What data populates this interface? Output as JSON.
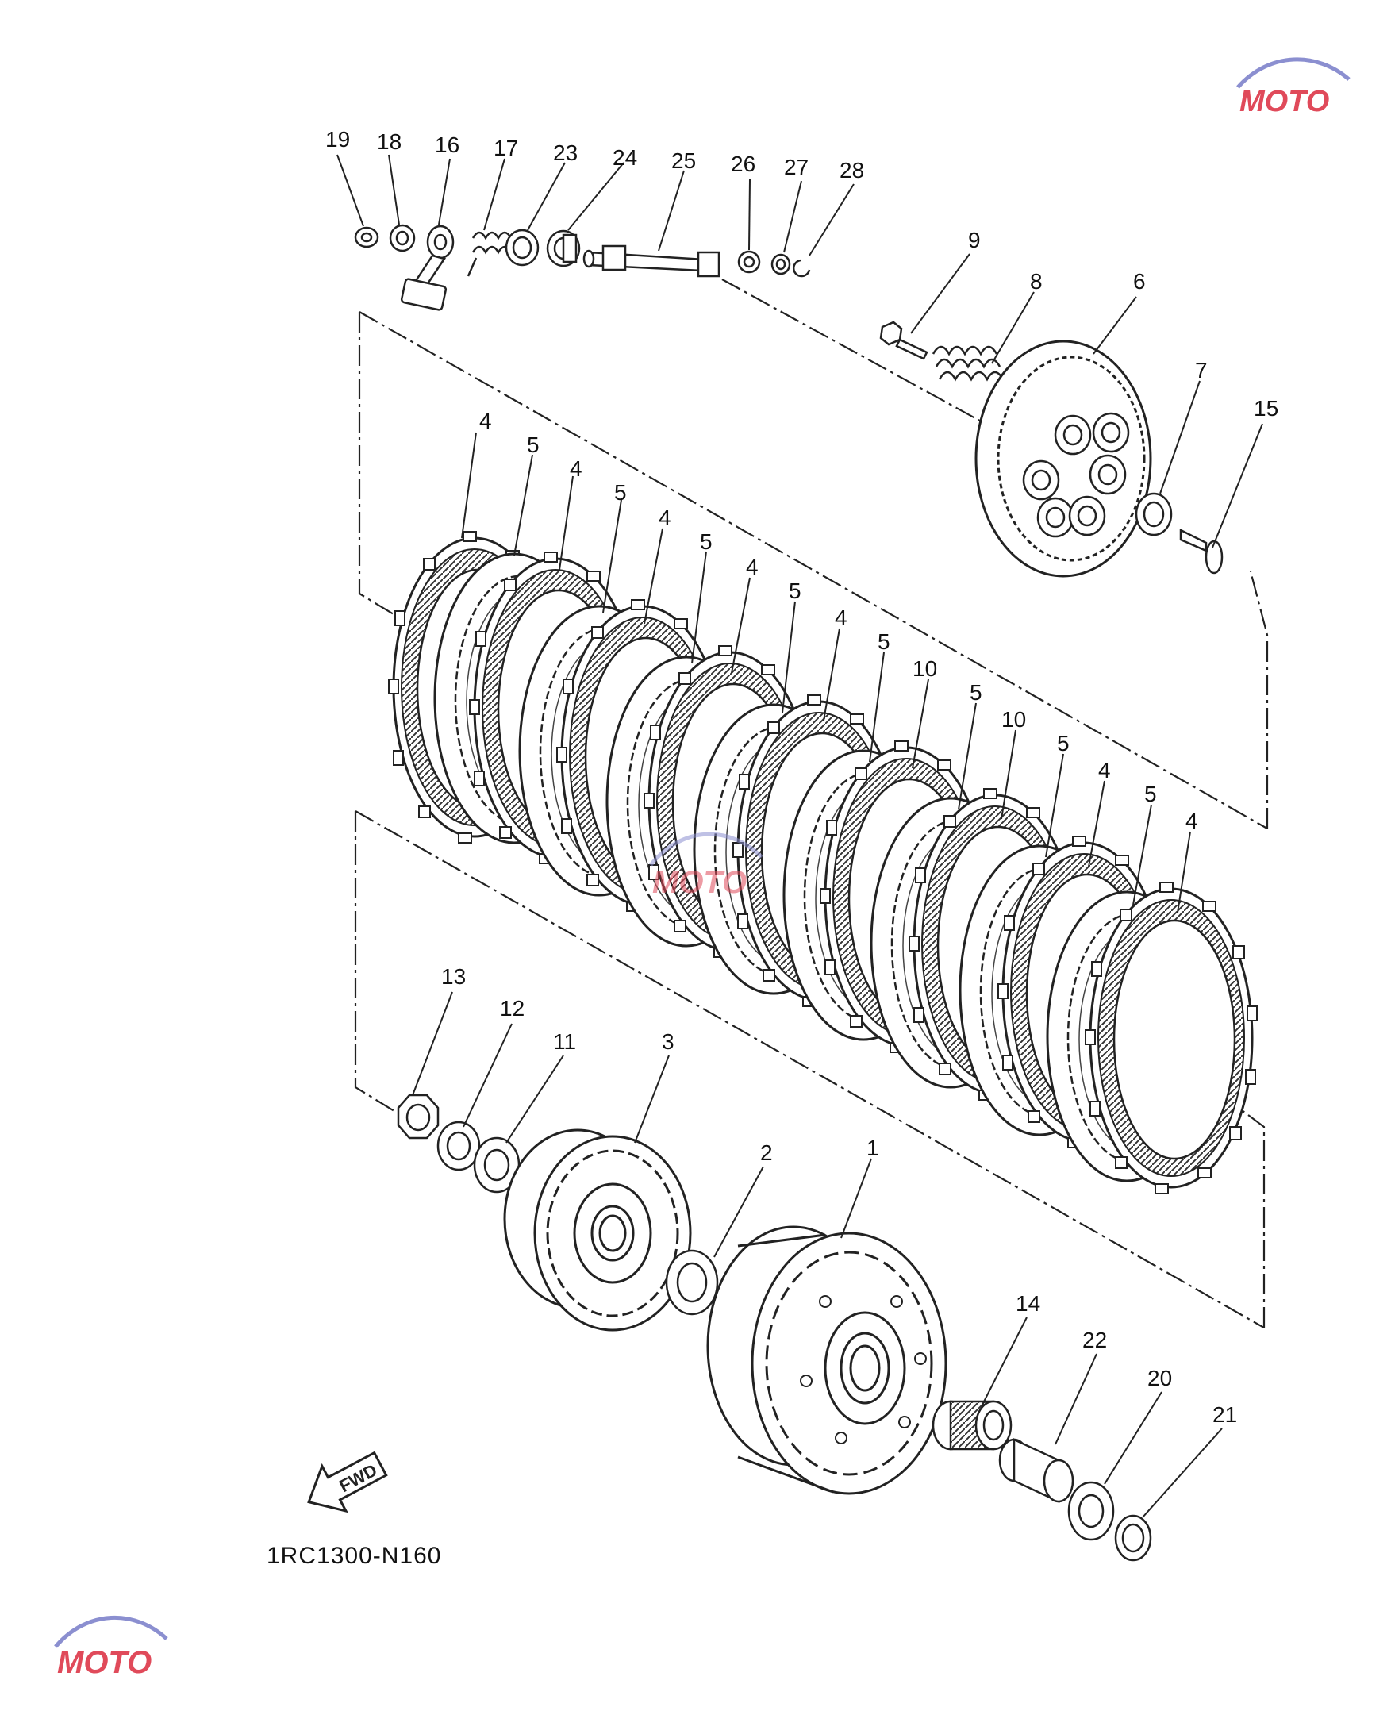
{
  "diagram_code": "1RC1300-N160",
  "fwd_label": "FWD",
  "watermark": "MOTO",
  "callouts": [
    {
      "id": "p19",
      "text": "19"
    },
    {
      "id": "p18",
      "text": "18"
    },
    {
      "id": "p16",
      "text": "16"
    },
    {
      "id": "p17",
      "text": "17"
    },
    {
      "id": "p23",
      "text": "23"
    },
    {
      "id": "p24",
      "text": "24"
    },
    {
      "id": "p25",
      "text": "25"
    },
    {
      "id": "p26",
      "text": "26"
    },
    {
      "id": "p27",
      "text": "27"
    },
    {
      "id": "p28",
      "text": "28"
    },
    {
      "id": "p9",
      "text": "9"
    },
    {
      "id": "p8",
      "text": "8"
    },
    {
      "id": "p6",
      "text": "6"
    },
    {
      "id": "p7",
      "text": "7"
    },
    {
      "id": "p15",
      "text": "15"
    },
    {
      "id": "s4a",
      "text": "4"
    },
    {
      "id": "s5a",
      "text": "5"
    },
    {
      "id": "s4b",
      "text": "4"
    },
    {
      "id": "s5b",
      "text": "5"
    },
    {
      "id": "s4c",
      "text": "4"
    },
    {
      "id": "s5c",
      "text": "5"
    },
    {
      "id": "s4d",
      "text": "4"
    },
    {
      "id": "s5d",
      "text": "5"
    },
    {
      "id": "s4e",
      "text": "4"
    },
    {
      "id": "s5e",
      "text": "5"
    },
    {
      "id": "s10a",
      "text": "10"
    },
    {
      "id": "s5f",
      "text": "5"
    },
    {
      "id": "s10b",
      "text": "10"
    },
    {
      "id": "s5g",
      "text": "5"
    },
    {
      "id": "s4f",
      "text": "4"
    },
    {
      "id": "s5h",
      "text": "5"
    },
    {
      "id": "s4g",
      "text": "4"
    },
    {
      "id": "p13",
      "text": "13"
    },
    {
      "id": "p12",
      "text": "12"
    },
    {
      "id": "p11",
      "text": "11"
    },
    {
      "id": "p3",
      "text": "3"
    },
    {
      "id": "p2",
      "text": "2"
    },
    {
      "id": "p1",
      "text": "1"
    },
    {
      "id": "p14",
      "text": "14"
    },
    {
      "id": "p22",
      "text": "22"
    },
    {
      "id": "p20",
      "text": "20"
    },
    {
      "id": "p21",
      "text": "21"
    }
  ]
}
